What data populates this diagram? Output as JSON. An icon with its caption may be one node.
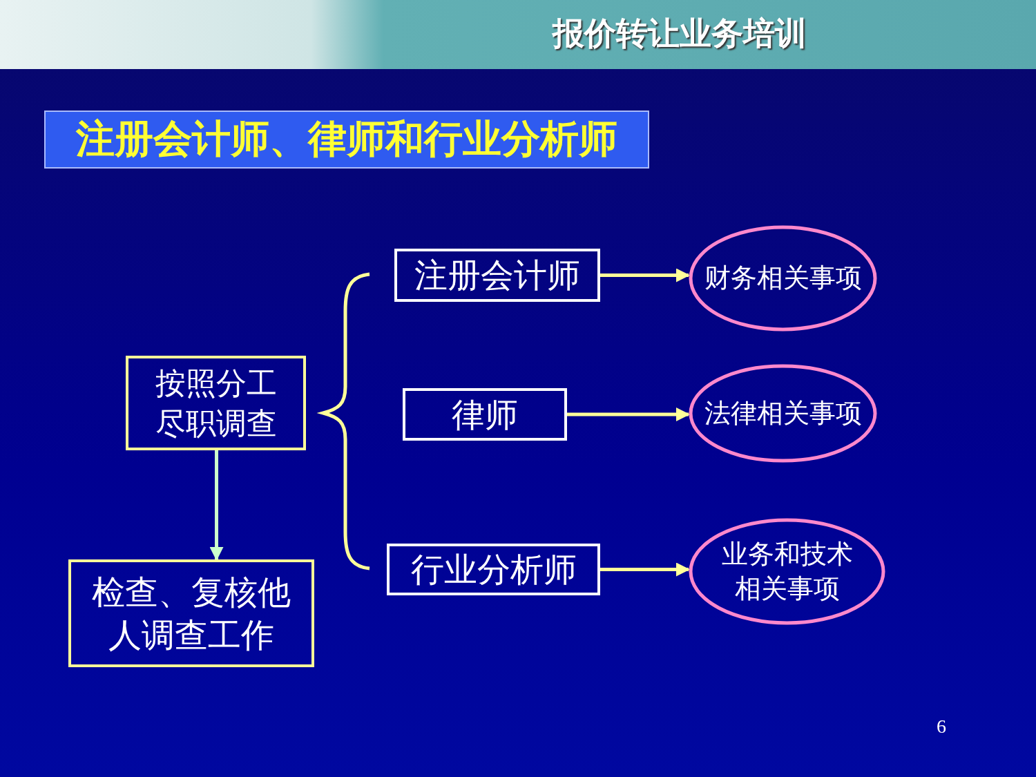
{
  "diagram": {
    "title": "注册会计师、律师和行业分析师",
    "nodes": [
      {
        "text": [
          "按照分工尽职调查"
        ]
      },
      {
        "text": [
          "检查、复核他人调查工作"
        ]
      },
      {
        "text": [
          "注册会计师"
        ]
      },
      {
        "text": [
          "律师"
        ]
      },
      {
        "text": [
          "行业分析师"
        ]
      },
      {
        "text": [
          "财务相关事项"
        ]
      },
      {
        "text": [
          "法律相关事项"
        ]
      },
      {
        "text": [
          "业务和技术相关事项"
        ]
      }
    ],
    "edges": [
      {
        "from": 0,
        "to": 1,
        "arrow": "to",
        "color": "#ccffcc"
      },
      {
        "from": 2,
        "to": 5,
        "arrow": "to"
      },
      {
        "from": 3,
        "to": 6,
        "arrow": "to"
      },
      {
        "from": 4,
        "to": 7,
        "arrow": "to"
      }
    ],
    "labels": [
      "报价转让业务培训",
      "6"
    ]
  }
}
